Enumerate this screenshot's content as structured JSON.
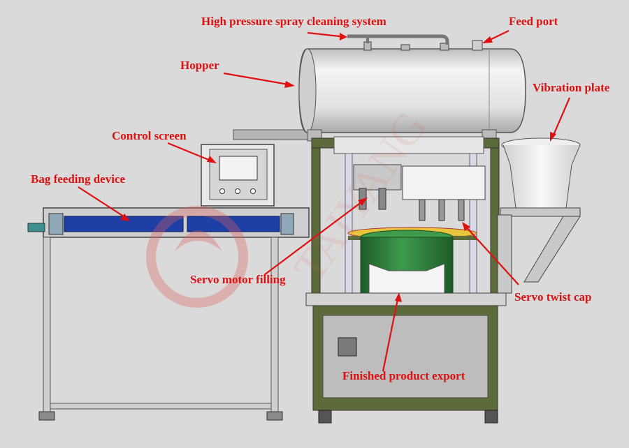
{
  "labels": {
    "spray": "High pressure spray cleaning system",
    "feed_port": "Feed port",
    "hopper": "Hopper",
    "vibration_plate": "Vibration plate",
    "control_screen": "Control screen",
    "bag_feeding": "Bag feeding device",
    "servo_filling": "Servo motor filling",
    "servo_twist": "Servo twist cap",
    "finished_export": "Finished product export"
  },
  "watermark": "TAIYANG",
  "colors": {
    "label": "#e01010",
    "frame": "#5d6b3a",
    "belt": "#1d3fa6",
    "tank": "#dedede",
    "bin": "#2f7a3a",
    "watermark": "#e06060"
  }
}
